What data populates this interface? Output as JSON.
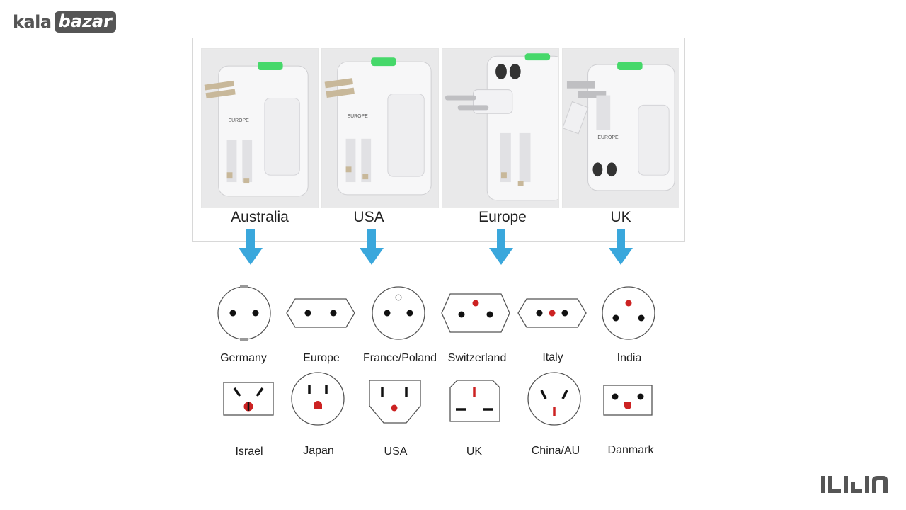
{
  "brand": {
    "kala": "kala",
    "bazar": "bazar"
  },
  "adapters": [
    {
      "label": "Australia"
    },
    {
      "label": "USA"
    },
    {
      "label": "Europe"
    },
    {
      "label": "UK"
    }
  ],
  "outlets_row1": [
    {
      "label": "Germany"
    },
    {
      "label": "Europe"
    },
    {
      "label": "France/Poland"
    },
    {
      "label": "Switzerland"
    },
    {
      "label": "Italy"
    },
    {
      "label": "India"
    }
  ],
  "outlets_row2": [
    {
      "label": "Israel"
    },
    {
      "label": "Japan"
    },
    {
      "label": "USA"
    },
    {
      "label": "UK"
    },
    {
      "label": "China/AU"
    },
    {
      "label": "Danmark"
    }
  ],
  "colors": {
    "arrow": "#3aa7dc",
    "pin_black": "#111111",
    "pin_red": "#cc2222",
    "green_button": "#46d86a"
  },
  "icons": {
    "arrow": "arrow-down-icon"
  }
}
